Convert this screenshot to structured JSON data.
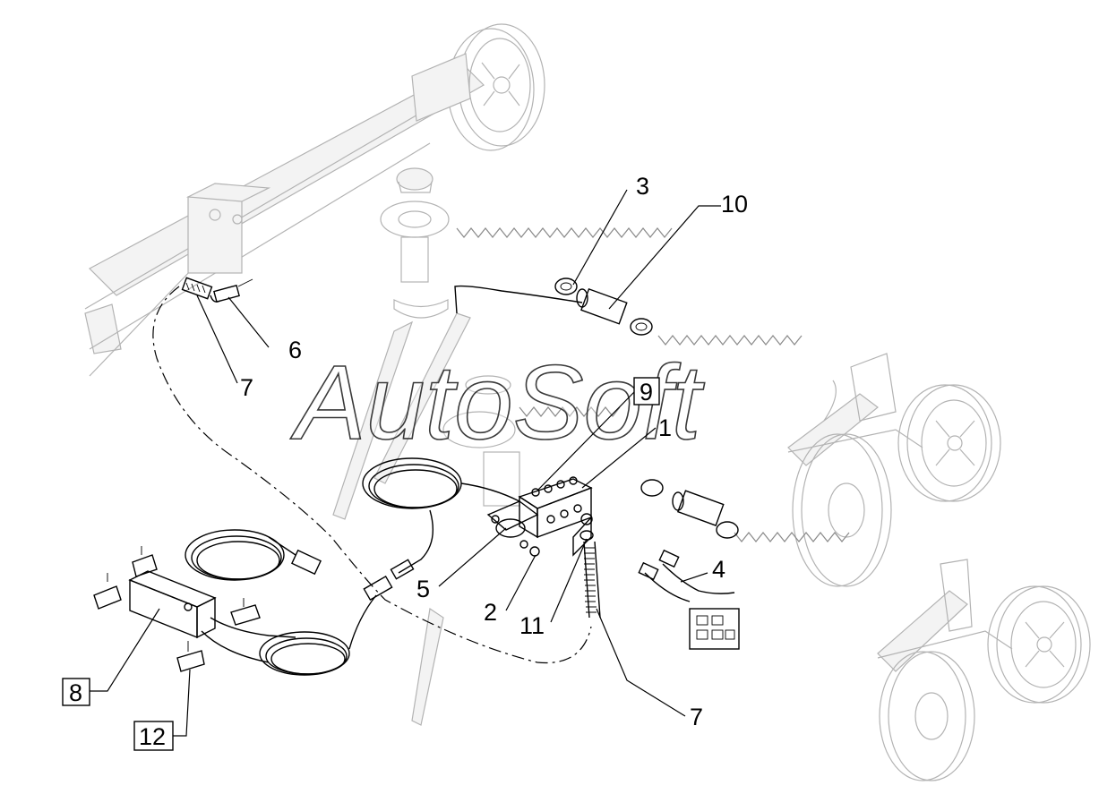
{
  "watermark": "AutoSoft",
  "callouts": [
    {
      "id": "c1",
      "text": "1",
      "boxed": false
    },
    {
      "id": "c2",
      "text": "2",
      "boxed": false
    },
    {
      "id": "c3",
      "text": "3",
      "boxed": false
    },
    {
      "id": "c4",
      "text": "4",
      "boxed": false
    },
    {
      "id": "c5",
      "text": "5",
      "boxed": false
    },
    {
      "id": "c6",
      "text": "6",
      "boxed": false
    },
    {
      "id": "c7a",
      "text": "7",
      "boxed": false
    },
    {
      "id": "c7b",
      "text": "7",
      "boxed": false
    },
    {
      "id": "c8",
      "text": "8",
      "boxed": true
    },
    {
      "id": "c9",
      "text": "9",
      "boxed": true
    },
    {
      "id": "c10",
      "text": "10",
      "boxed": false
    },
    {
      "id": "c11",
      "text": "11",
      "boxed": false
    },
    {
      "id": "c12",
      "text": "12",
      "boxed": true
    }
  ]
}
